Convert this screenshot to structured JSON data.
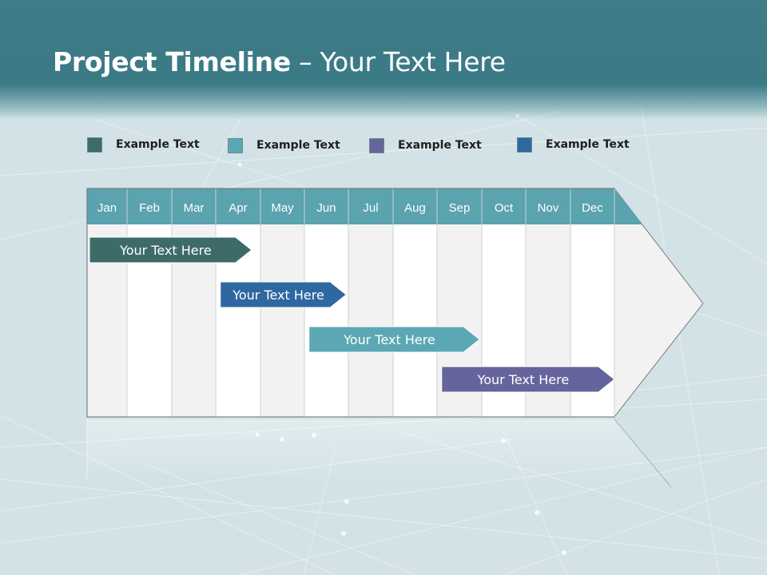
{
  "header": {
    "title_bold": "Project Timeline",
    "title_rest": " – Your Text Here"
  },
  "legend": [
    {
      "label": "Example Text",
      "color": "#3d6b6a"
    },
    {
      "label": "Example Text",
      "color": "#5ba8b4"
    },
    {
      "label": "Example Text",
      "color": "#66649c"
    },
    {
      "label": "Example Text",
      "color": "#2f67a0"
    }
  ],
  "timeline": {
    "months": [
      "Jan",
      "Feb",
      "Mar",
      "Apr",
      "May",
      "Jun",
      "Jul",
      "Aug",
      "Sep",
      "Oct",
      "Nov",
      "Dec"
    ],
    "header_color": "#5aa3af",
    "tasks": [
      {
        "label": "Your  Text Here",
        "start_month": 0,
        "end_month": 3.8,
        "color": "#3d6b6a"
      },
      {
        "label": "Your  Text Here",
        "start_month": 3.05,
        "end_month": 5.95,
        "color": "#2f67a0"
      },
      {
        "label": "Your  Text Here",
        "start_month": 5.05,
        "end_month": 8.95,
        "color": "#5ba8b4"
      },
      {
        "label": "Your  Text Here",
        "start_month": 8.05,
        "end_month": 12.0,
        "color": "#66649c"
      }
    ]
  }
}
